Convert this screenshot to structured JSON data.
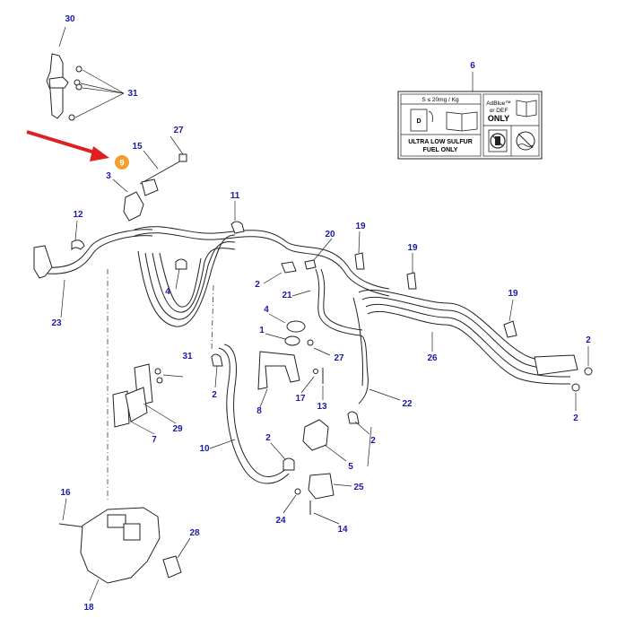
{
  "callouts": {
    "c30": "30",
    "c31a": "31",
    "c27a": "27",
    "c15": "15",
    "c9": "9",
    "c3": "3",
    "c6": "6",
    "c12": "12",
    "c11": "11",
    "c19a": "19",
    "c19b": "19",
    "c20": "20",
    "c2a": "2",
    "c21": "21",
    "c4a": "4",
    "c23": "23",
    "c4b": "4",
    "c1": "1",
    "c19c": "19",
    "c26": "26",
    "c2b": "2",
    "c31b": "31",
    "c27b": "27",
    "c17": "17",
    "c13": "13",
    "c2c": "2",
    "c22": "22",
    "c2d": "2",
    "c8": "8",
    "c29": "29",
    "c7": "7",
    "c10": "10",
    "c2e": "2",
    "c5": "5",
    "c2f": "2",
    "c25": "25",
    "c16": "16",
    "c24": "24",
    "c14": "14",
    "c28": "28",
    "c18": "18"
  },
  "highlight": {
    "part": "9",
    "color": "#f0a030",
    "arrow_color": "#e02020"
  },
  "label_colors": {
    "callout": "#1a1aa8"
  },
  "decal": {
    "sulfur_spec": "S ≤ 20mg / Kg",
    "fuel_line1": "ULTRA LOW SULFUR",
    "fuel_line2": "FUEL ONLY",
    "def_line1": "AdBlue™",
    "def_line2": "or DEF",
    "def_line3": "ONLY"
  }
}
